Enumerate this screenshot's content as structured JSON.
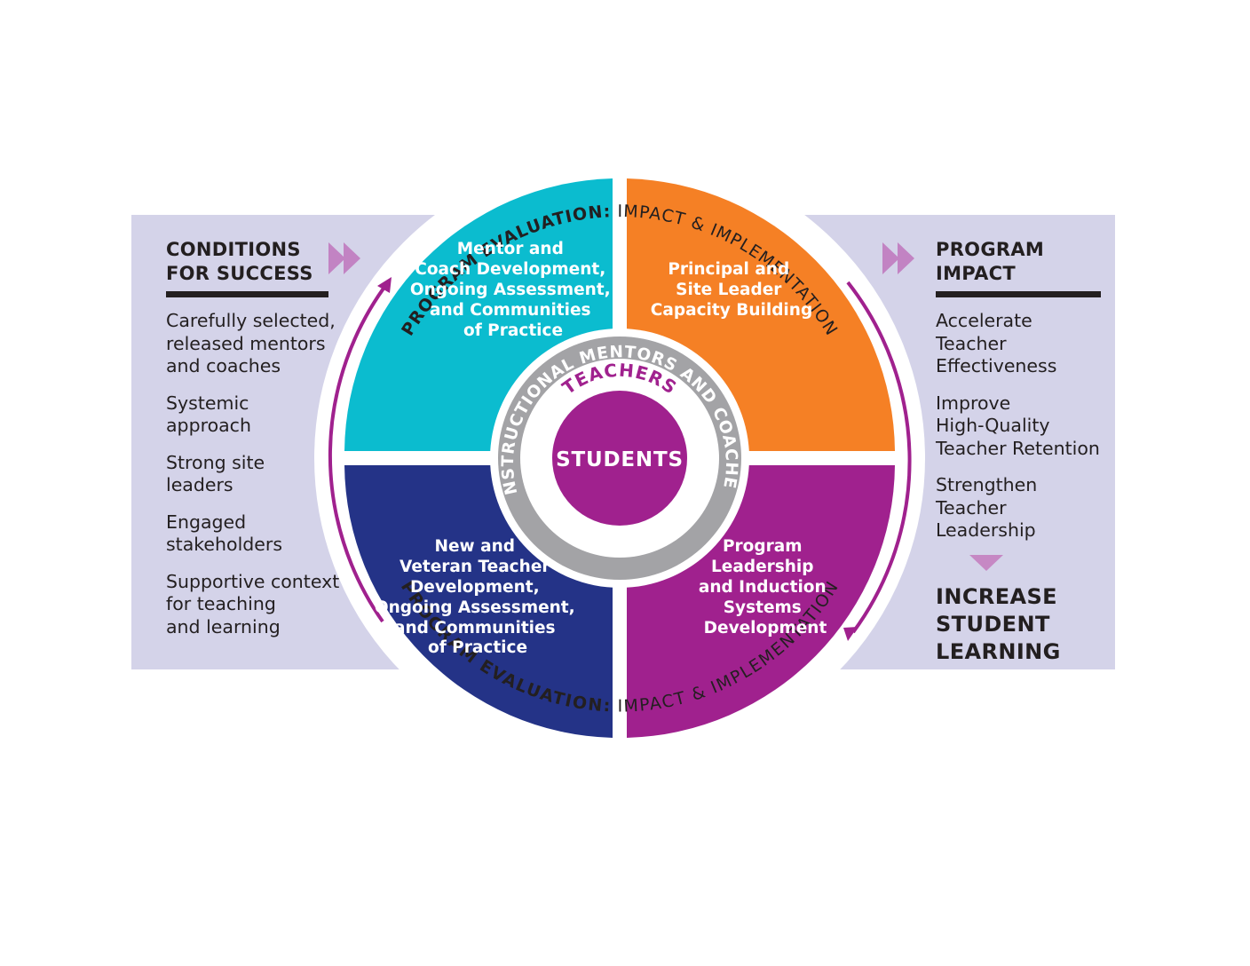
{
  "conditions": {
    "heading": "CONDITIONS\nFOR SUCCESS",
    "items": [
      "Carefully selected,\nreleased mentors\nand coaches",
      "Systemic\napproach",
      "Strong site\nleaders",
      "Engaged\nstakeholders",
      "Supportive context\nfor teaching\nand learning"
    ]
  },
  "impact": {
    "heading": "PROGRAM\nIMPACT",
    "items": [
      "Accelerate\nTeacher\nEffectiveness",
      "Improve\nHigh-Quality\nTeacher Retention",
      "Strengthen Teacher\nLeadership"
    ],
    "outcome": "INCREASE\nSTUDENT\nLEARNING"
  },
  "ring": {
    "top": {
      "bold": "PROGRAM EVALUATION:",
      "regular": " IMPACT & IMPLEMENTATION"
    },
    "bottom": {
      "bold": "PROGRAM EVALUATION:",
      "regular": " IMPACT & IMPLEMENTATION"
    }
  },
  "quadrants": {
    "top_left": [
      "Mentor and",
      "Coach Development,",
      "Ongoing Assessment,",
      "and Communities",
      "of Practice"
    ],
    "top_right": [
      "Principal and",
      "Site Leader",
      "Capacity Building"
    ],
    "bottom_left": [
      "New and",
      "Veteran Teacher",
      "Development,",
      "Ongoing Assessment,",
      "and Communities",
      "of Practice"
    ],
    "bottom_right": [
      "Program",
      "Leadership",
      "and Induction",
      "Systems",
      "Development"
    ]
  },
  "center": {
    "mentors_label": "INSTRUCTIONAL MENTORS AND COACHES",
    "teachers_label": "TEACHERS",
    "students_label": "STUDENTS"
  },
  "colors": {
    "band": "#d4d3e9",
    "teal": "#0bbccf",
    "orange": "#f58025",
    "navy": "#243387",
    "purple": "#a0218e",
    "gray": "#a3a3a6",
    "chevron": "#c283c3"
  }
}
